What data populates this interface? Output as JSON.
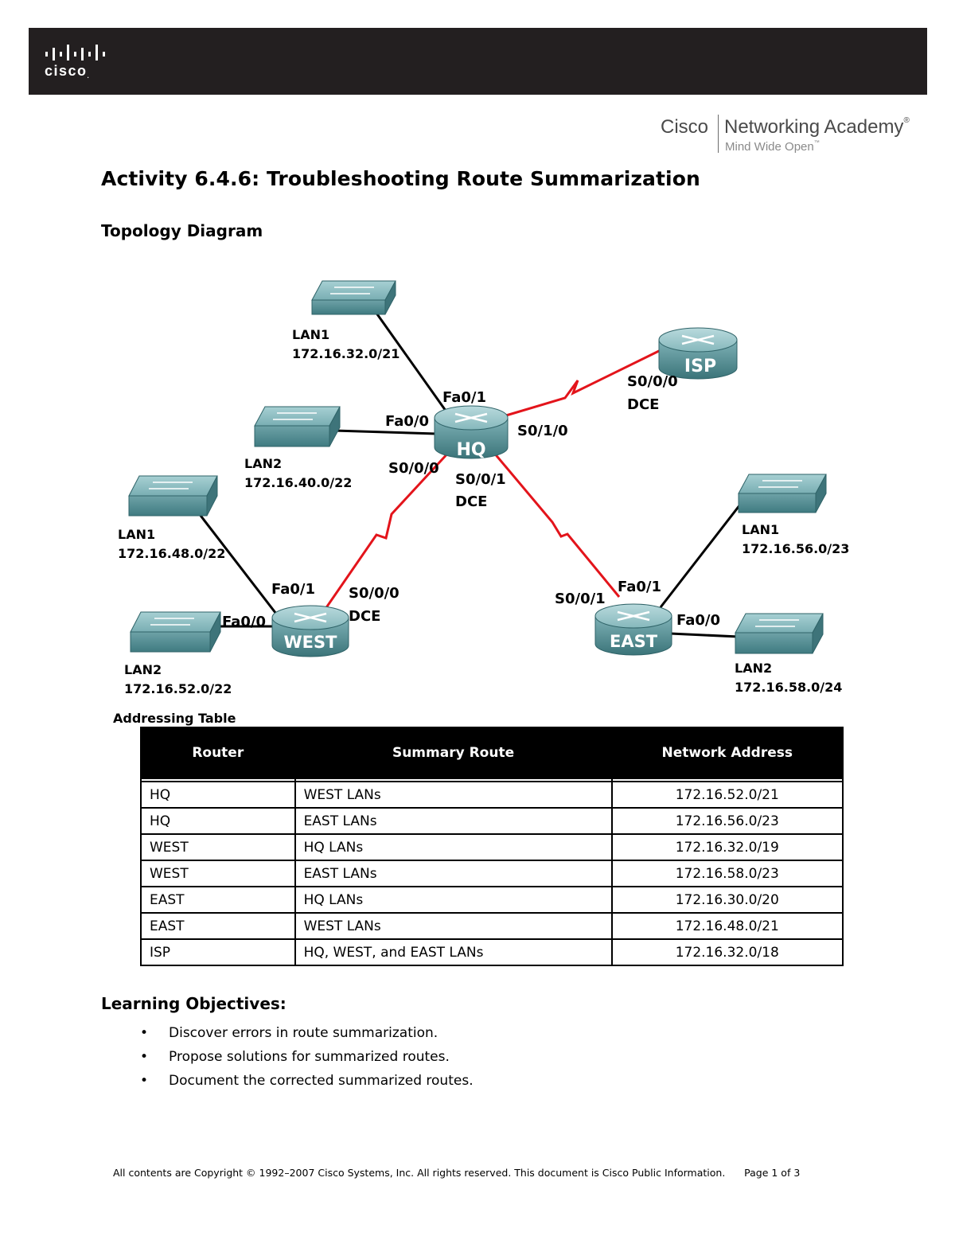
{
  "header": {
    "logo_word": "cisco",
    "logo_tm": ".",
    "academy_left": "Cisco",
    "academy_right": "Networking Academy",
    "academy_reg": "®",
    "academy_tagline": "Mind Wide Open",
    "academy_tm": "™"
  },
  "title": "Activity 6.4.6: Troubleshooting Route Summarization",
  "topology": {
    "heading": "Topology Diagram",
    "routers": {
      "hq": "HQ",
      "isp": "ISP",
      "west": "WEST",
      "east": "EAST"
    },
    "labels": {
      "hq_lan1_name": "LAN1",
      "hq_lan1_net": "172.16.32.0/21",
      "hq_lan2_name": "LAN2",
      "hq_lan2_net": "172.16.40.0/22",
      "west_lan1_name": "LAN1",
      "west_lan1_net": "172.16.48.0/22",
      "west_lan2_name": "LAN2",
      "west_lan2_net": "172.16.52.0/22",
      "east_lan1_name": "LAN1",
      "east_lan1_net": "172.16.56.0/23",
      "east_lan2_name": "LAN2",
      "east_lan2_net": "172.16.58.0/24",
      "hq_fa01": "Fa0/1",
      "hq_fa00": "Fa0/0",
      "hq_s010": "S0/1/0",
      "hq_s000": "S0/0/0",
      "hq_s001": "S0/0/1",
      "hq_s001_dce": "DCE",
      "isp_s000": "S0/0/0",
      "isp_dce": "DCE",
      "west_fa01": "Fa0/1",
      "west_fa00": "Fa0/0",
      "west_s000": "S0/0/0",
      "west_dce": "DCE",
      "east_s001": "S0/0/1",
      "east_fa01": "Fa0/1",
      "east_fa00": "Fa0/0"
    },
    "colors": {
      "serial_link": "#e3141b",
      "ethernet_link": "#000000",
      "device_body": "#5f9ba1"
    }
  },
  "addressing": {
    "caption": "Addressing Table",
    "headers": [
      "Router",
      "Summary Route",
      "Network Address"
    ],
    "rows": [
      [
        "HQ",
        "WEST LANs",
        "172.16.52.0/21"
      ],
      [
        "HQ",
        "EAST LANs",
        "172.16.56.0/23"
      ],
      [
        "WEST",
        "HQ LANs",
        "172.16.32.0/19"
      ],
      [
        "WEST",
        "EAST LANs",
        "172.16.58.0/23"
      ],
      [
        "EAST",
        "HQ LANs",
        "172.16.30.0/20"
      ],
      [
        "EAST",
        "WEST LANs",
        "172.16.48.0/21"
      ],
      [
        "ISP",
        "HQ, WEST, and EAST LANs",
        "172.16.32.0/18"
      ]
    ]
  },
  "objectives": {
    "heading": "Learning Objectives:",
    "bullet": "•",
    "items": [
      "Discover errors in route summarization.",
      "Propose solutions for summarized routes.",
      "Document the corrected summarized routes."
    ]
  },
  "footer": {
    "copyright": "All contents are Copyright © 1992–2007 Cisco Systems, Inc. All rights reserved. This document is Cisco Public Information.",
    "page": "Page 1 of 3"
  }
}
